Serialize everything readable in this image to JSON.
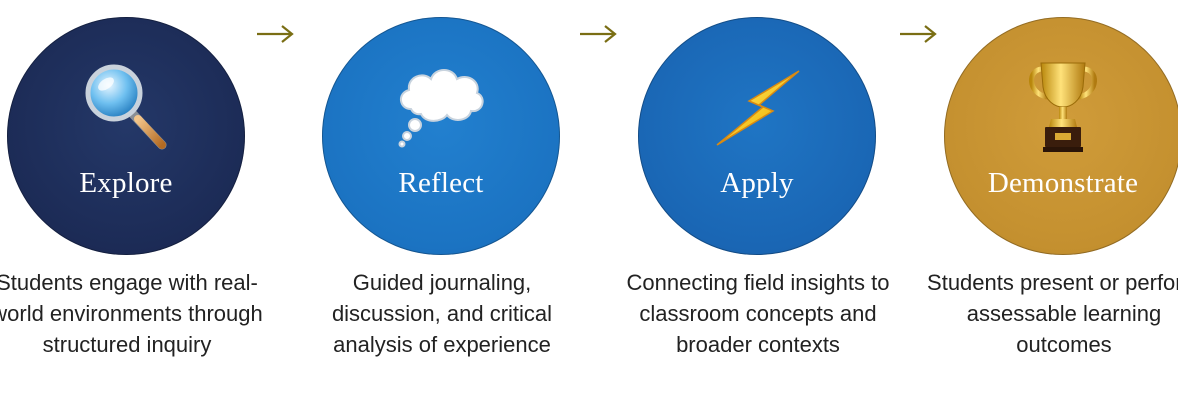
{
  "steps": [
    {
      "label": "Explore",
      "description": "Students engage with real-world environments through structured inquiry",
      "icon": "magnifying-glass-icon",
      "color": "#1e2f5c"
    },
    {
      "label": "Reflect",
      "description": "Guided journaling, discussion, and critical analysis of experience",
      "icon": "thought-cloud-icon",
      "color": "#1b74c2"
    },
    {
      "label": "Apply",
      "description": "Connecting field insights to classroom concepts and broader contexts",
      "icon": "lightning-bolt-icon",
      "color": "#1a66b4"
    },
    {
      "label": "Demonstrate",
      "description": "Students present or perform assessable learning outcomes",
      "icon": "trophy-icon",
      "color": "#c4902f"
    }
  ],
  "connector": {
    "icon": "arrow-right-icon",
    "color": "#7a6e14"
  }
}
